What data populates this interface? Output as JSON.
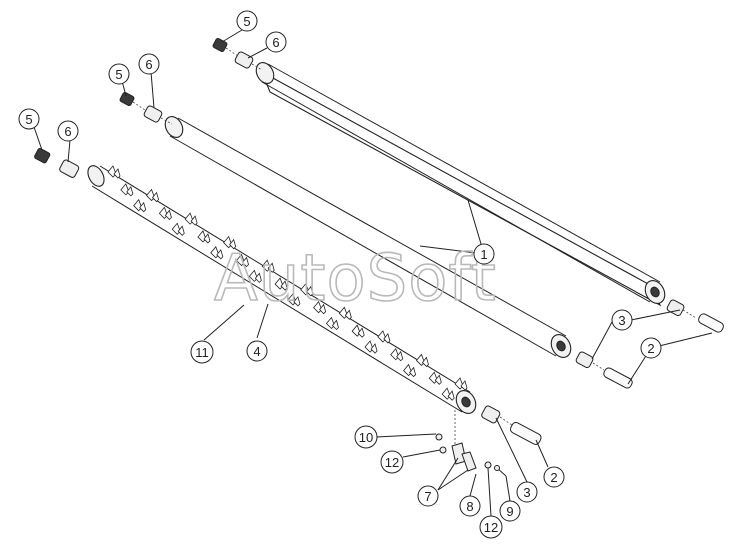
{
  "watermark": "AutoSoft",
  "callouts": [
    {
      "id": "c5a",
      "label": "5"
    },
    {
      "id": "c6a",
      "label": "6"
    },
    {
      "id": "c5b",
      "label": "5"
    },
    {
      "id": "c6b",
      "label": "6"
    },
    {
      "id": "c5c",
      "label": "5"
    },
    {
      "id": "c6c",
      "label": "6"
    },
    {
      "id": "c1",
      "label": "1"
    },
    {
      "id": "c3a",
      "label": "3"
    },
    {
      "id": "c2a",
      "label": "2"
    },
    {
      "id": "c11",
      "label": "11"
    },
    {
      "id": "c4",
      "label": "4"
    },
    {
      "id": "c10",
      "label": "10"
    },
    {
      "id": "c12a",
      "label": "12"
    },
    {
      "id": "c7",
      "label": "7"
    },
    {
      "id": "c8",
      "label": "8"
    },
    {
      "id": "c12b",
      "label": "12"
    },
    {
      "id": "c9",
      "label": "9"
    },
    {
      "id": "c3b",
      "label": "3"
    },
    {
      "id": "c2b",
      "label": "2"
    }
  ]
}
